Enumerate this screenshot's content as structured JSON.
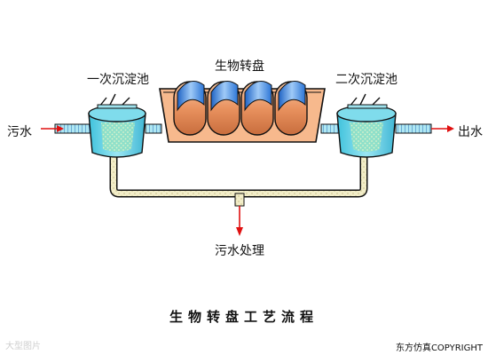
{
  "labels": {
    "primary_clarifier": "一次沉淀池",
    "rbc": "生物转盘",
    "secondary_clarifier": "二次沉淀池",
    "influent": "污水",
    "effluent": "出水",
    "sludge_treatment": "污水处理"
  },
  "caption": "生物转盘工艺流程",
  "copyright": "东方仿真COPYRIGHT",
  "watermark": "大型图片",
  "colors": {
    "tank_fill": "#6fd6ea",
    "tank_outline": "#111111",
    "rbc_basin": "#f7b98d",
    "drum_fill": "#f1a57a",
    "drum_cover": "#3f8fe3",
    "pipe_fill": "#aee7f3",
    "sludge_pipe": "#f2edc8",
    "arrow": "#e01010"
  }
}
